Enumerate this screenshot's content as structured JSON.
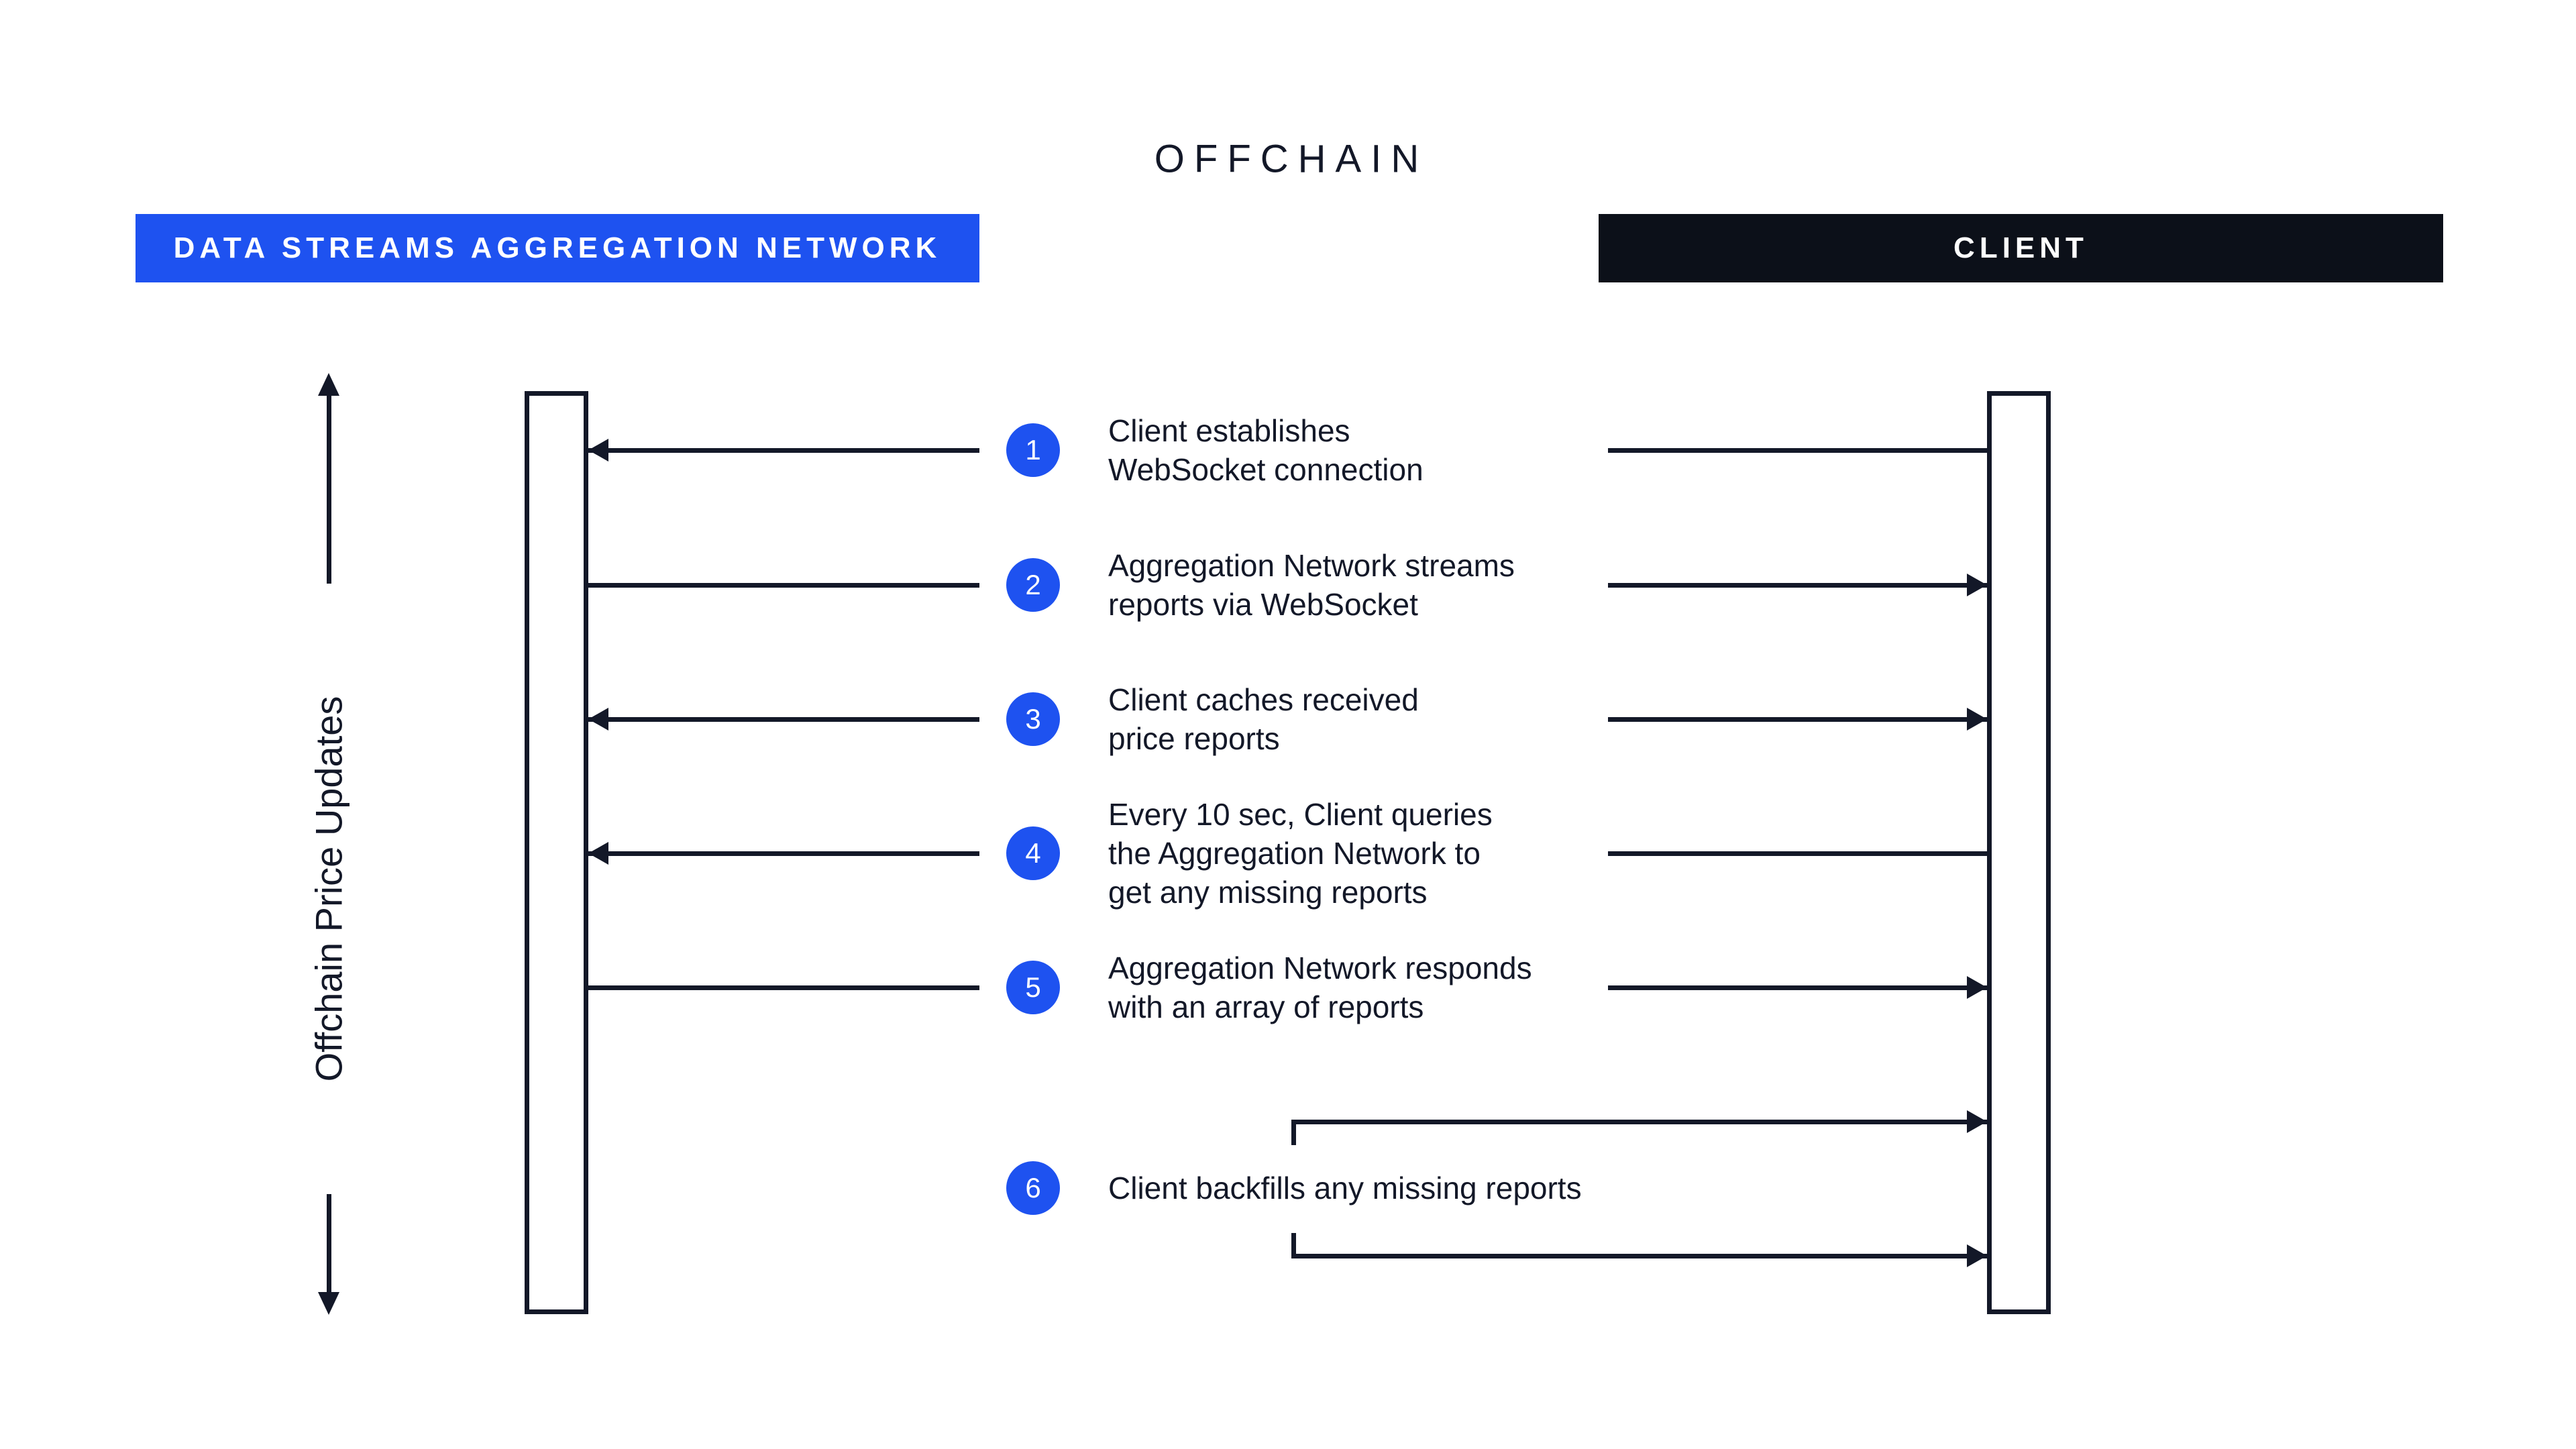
{
  "title": "OFFCHAIN",
  "actors": {
    "left": {
      "label": "DATA STREAMS AGGREGATION NETWORK"
    },
    "right": {
      "label": "CLIENT"
    }
  },
  "axis": {
    "label": "Offchain Price Updates"
  },
  "colors": {
    "blue": "#1E52F0",
    "ink": "#131828",
    "client_bg": "#0C1019"
  },
  "steps": [
    {
      "num": "1",
      "label": "Client establishes\nWebSocket connection",
      "direction": "client-to-network"
    },
    {
      "num": "2",
      "label": "Aggregation Network streams\nreports via WebSocket",
      "direction": "network-to-client"
    },
    {
      "num": "3",
      "label": "Client caches received\nprice reports",
      "direction": "both-outward"
    },
    {
      "num": "4",
      "label": "Every 10 sec, Client queries\nthe Aggregation Network to\nget any missing reports",
      "direction": "client-to-network"
    },
    {
      "num": "5",
      "label": "Aggregation Network responds\nwith an array of reports",
      "direction": "network-to-client"
    },
    {
      "num": "6",
      "label": "Client backfills any missing reports",
      "direction": "client-self"
    }
  ]
}
